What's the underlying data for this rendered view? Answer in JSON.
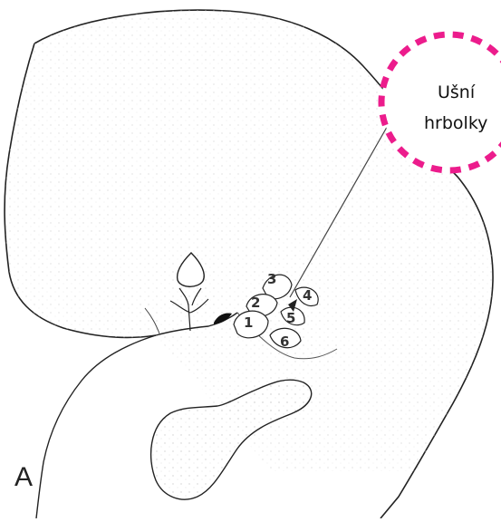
{
  "callout": {
    "line1": "Ušní",
    "line2": "hrbolky",
    "border_color": "#ec1c8c"
  },
  "hillocks": [
    {
      "number": "1"
    },
    {
      "number": "2"
    },
    {
      "number": "3"
    },
    {
      "number": "4"
    },
    {
      "number": "5"
    },
    {
      "number": "6"
    }
  ],
  "panel_letter": "A"
}
